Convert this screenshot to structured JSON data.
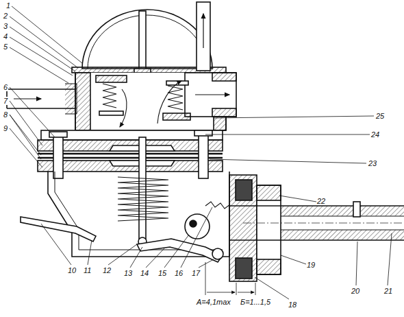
{
  "diagram": {
    "labels": [
      "1",
      "2",
      "3",
      "4",
      "5",
      "6",
      "7",
      "8",
      "9",
      "10",
      "11",
      "12",
      "13",
      "14",
      "15",
      "16",
      "17",
      "18",
      "19",
      "20",
      "21",
      "22",
      "23",
      "24",
      "25",
      "A=4,1max",
      "Б=1...1,5"
    ]
  }
}
